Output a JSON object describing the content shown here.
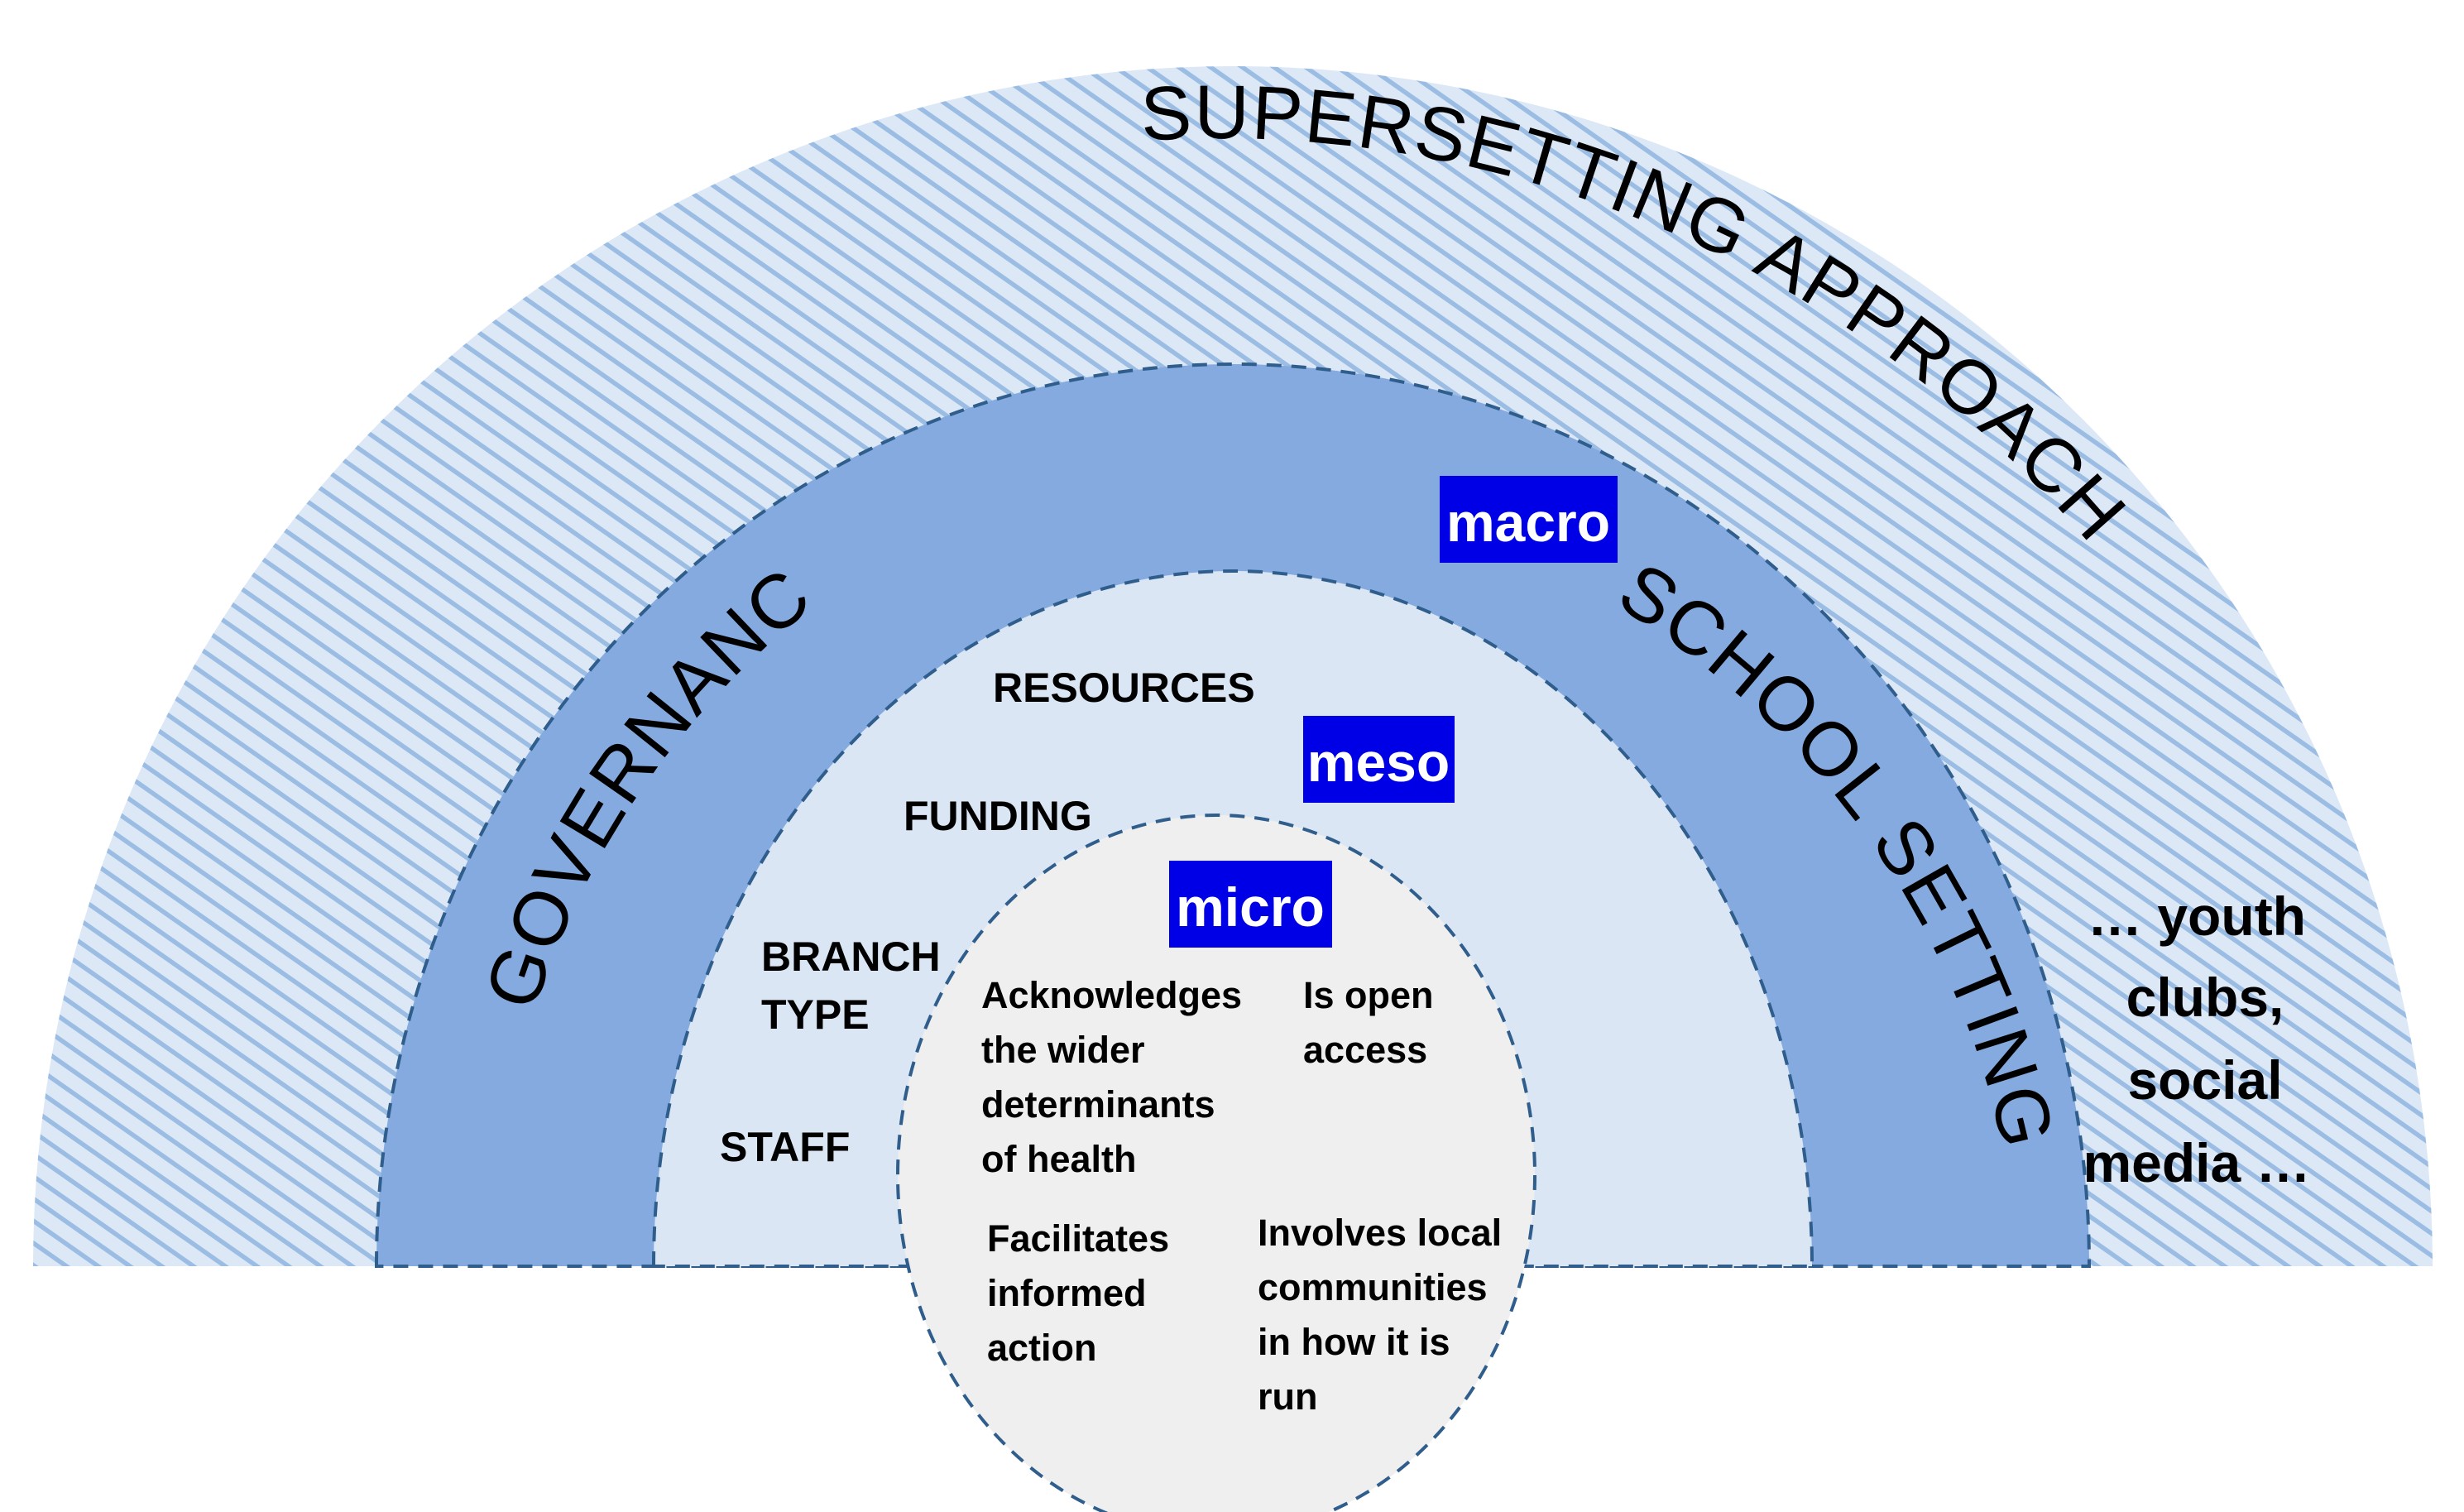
{
  "outer": {
    "title": "SUPERSETTING APPROACH",
    "side_lines": [
      "…  youth",
      "clubs,",
      "social",
      "media …"
    ]
  },
  "macro": {
    "badge": "macro",
    "left_label": "GOVERNANCE",
    "right_label": "SCHOOL SETTINGS"
  },
  "meso": {
    "badge": "meso",
    "items": [
      "RESOURCES",
      "FUNDING",
      "BRANCH",
      "TYPE",
      "STAFF"
    ]
  },
  "micro": {
    "badge": "micro",
    "item1": [
      "Acknowledges",
      "the wider",
      "determinants",
      "of health"
    ],
    "item2": [
      "Is open",
      "access"
    ],
    "item3": [
      "Facilitates",
      "informed",
      "action"
    ],
    "item4": [
      "Involves local",
      "communities",
      "in how it is",
      "run"
    ]
  },
  "colors": {
    "outer_hatch_bg": "#dde8f6",
    "outer_hatch_line": "#9bbde3",
    "macro_ring": "#84aadf",
    "meso_ring": "#dbe6f5",
    "micro_center": "#efefef",
    "dash_stroke": "#2f5d8c",
    "badge_bg": "#0000e6"
  }
}
